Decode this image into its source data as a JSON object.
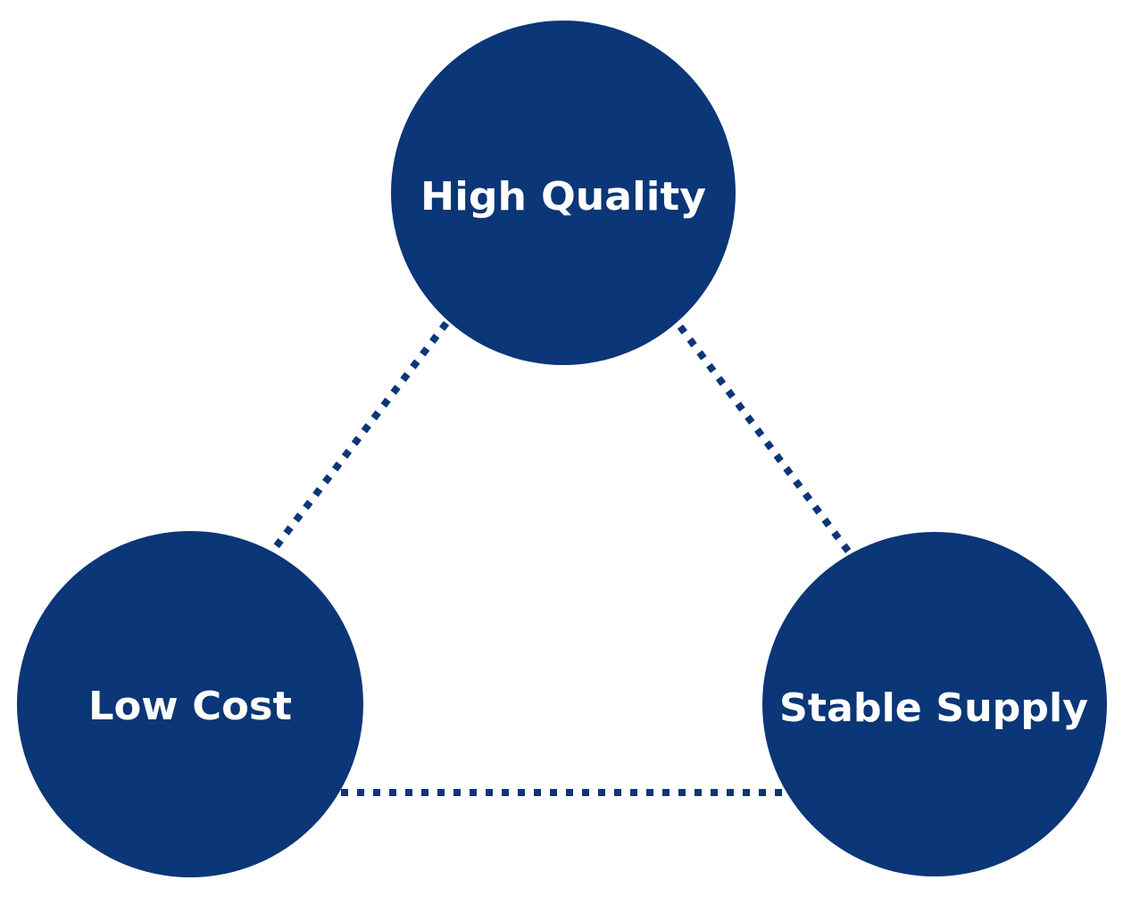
{
  "colors": {
    "node": "#0b3677",
    "line": "#0b3677",
    "text": "#ffffff"
  },
  "nodes": [
    {
      "id": "high-quality",
      "label": "High Quality"
    },
    {
      "id": "low-cost",
      "label": "Low Cost"
    },
    {
      "id": "stable-supply",
      "label": "Stable Supply"
    }
  ]
}
